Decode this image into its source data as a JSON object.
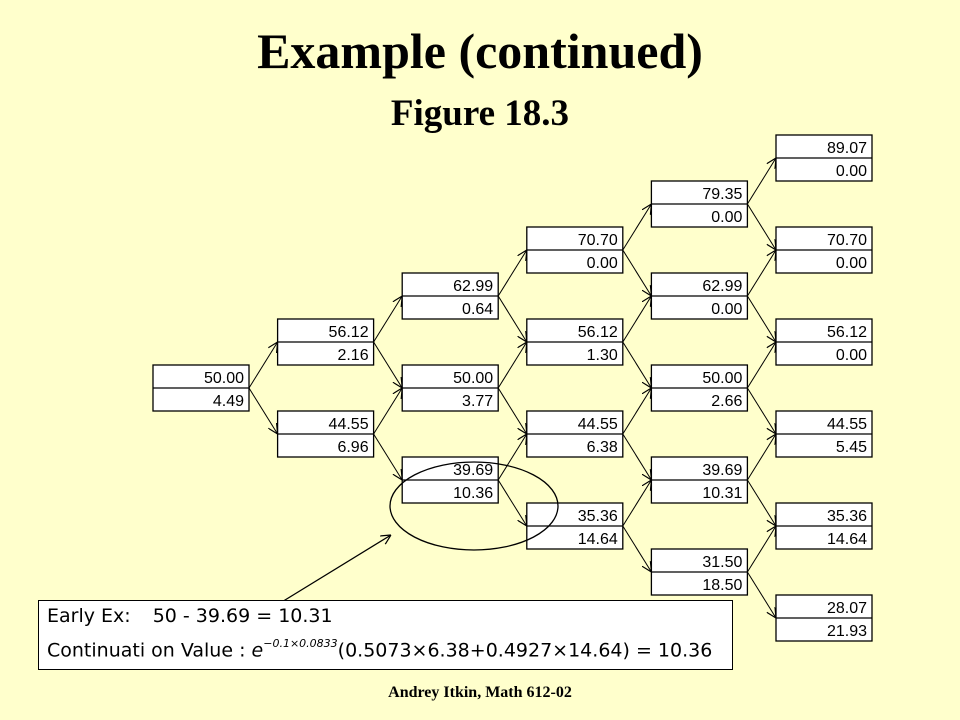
{
  "slide": {
    "title": "Example (continued)",
    "subtitle": "Figure 18.3",
    "footer": "Andrey Itkin, Math 612-02"
  },
  "tree": {
    "nodes": [
      {
        "id": "n0_0",
        "step": 0,
        "level": 0,
        "price": "50.00",
        "option": "4.49"
      },
      {
        "id": "n1_1",
        "step": 1,
        "level": 1,
        "price": "56.12",
        "option": "2.16"
      },
      {
        "id": "n1_0",
        "step": 1,
        "level": -1,
        "price": "44.55",
        "option": "6.96"
      },
      {
        "id": "n2_2",
        "step": 2,
        "level": 2,
        "price": "62.99",
        "option": "0.64"
      },
      {
        "id": "n2_1",
        "step": 2,
        "level": 0,
        "price": "50.00",
        "option": "3.77"
      },
      {
        "id": "n2_0",
        "step": 2,
        "level": -2,
        "price": "39.69",
        "option": "10.36"
      },
      {
        "id": "n3_3",
        "step": 3,
        "level": 3,
        "price": "70.70",
        "option": "0.00"
      },
      {
        "id": "n3_2",
        "step": 3,
        "level": 1,
        "price": "56.12",
        "option": "1.30"
      },
      {
        "id": "n3_1",
        "step": 3,
        "level": -1,
        "price": "44.55",
        "option": "6.38"
      },
      {
        "id": "n3_0",
        "step": 3,
        "level": -3,
        "price": "35.36",
        "option": "14.64"
      },
      {
        "id": "n4_4",
        "step": 4,
        "level": 4,
        "price": "79.35",
        "option": "0.00"
      },
      {
        "id": "n4_3",
        "step": 4,
        "level": 2,
        "price": "62.99",
        "option": "0.00"
      },
      {
        "id": "n4_2",
        "step": 4,
        "level": 0,
        "price": "50.00",
        "option": "2.66"
      },
      {
        "id": "n4_1",
        "step": 4,
        "level": -2,
        "price": "39.69",
        "option": "10.31"
      },
      {
        "id": "n4_0",
        "step": 4,
        "level": -4,
        "price": "31.50",
        "option": "18.50"
      },
      {
        "id": "n5_5",
        "step": 5,
        "level": 5,
        "price": "89.07",
        "option": "0.00"
      },
      {
        "id": "n5_4",
        "step": 5,
        "level": 3,
        "price": "70.70",
        "option": "0.00"
      },
      {
        "id": "n5_3",
        "step": 5,
        "level": 1,
        "price": "56.12",
        "option": "0.00"
      },
      {
        "id": "n5_2",
        "step": 5,
        "level": -1,
        "price": "44.55",
        "option": "5.45"
      },
      {
        "id": "n5_1",
        "step": 5,
        "level": -3,
        "price": "35.36",
        "option": "14.64"
      },
      {
        "id": "n5_0",
        "step": 5,
        "level": -5,
        "price": "28.07",
        "option": "21.93"
      }
    ],
    "highlighted_node": "n2_0"
  },
  "formula": {
    "early_label": "Early Ex:",
    "early_expr": "50 - 39.69  =  10.31",
    "cont_label": "Continuati on Value :",
    "cont_base": "e",
    "cont_exponent": "−0.1×0.0833",
    "cont_expr": "(0.5073×6.38+0.4927×14.64) = 10.36"
  }
}
